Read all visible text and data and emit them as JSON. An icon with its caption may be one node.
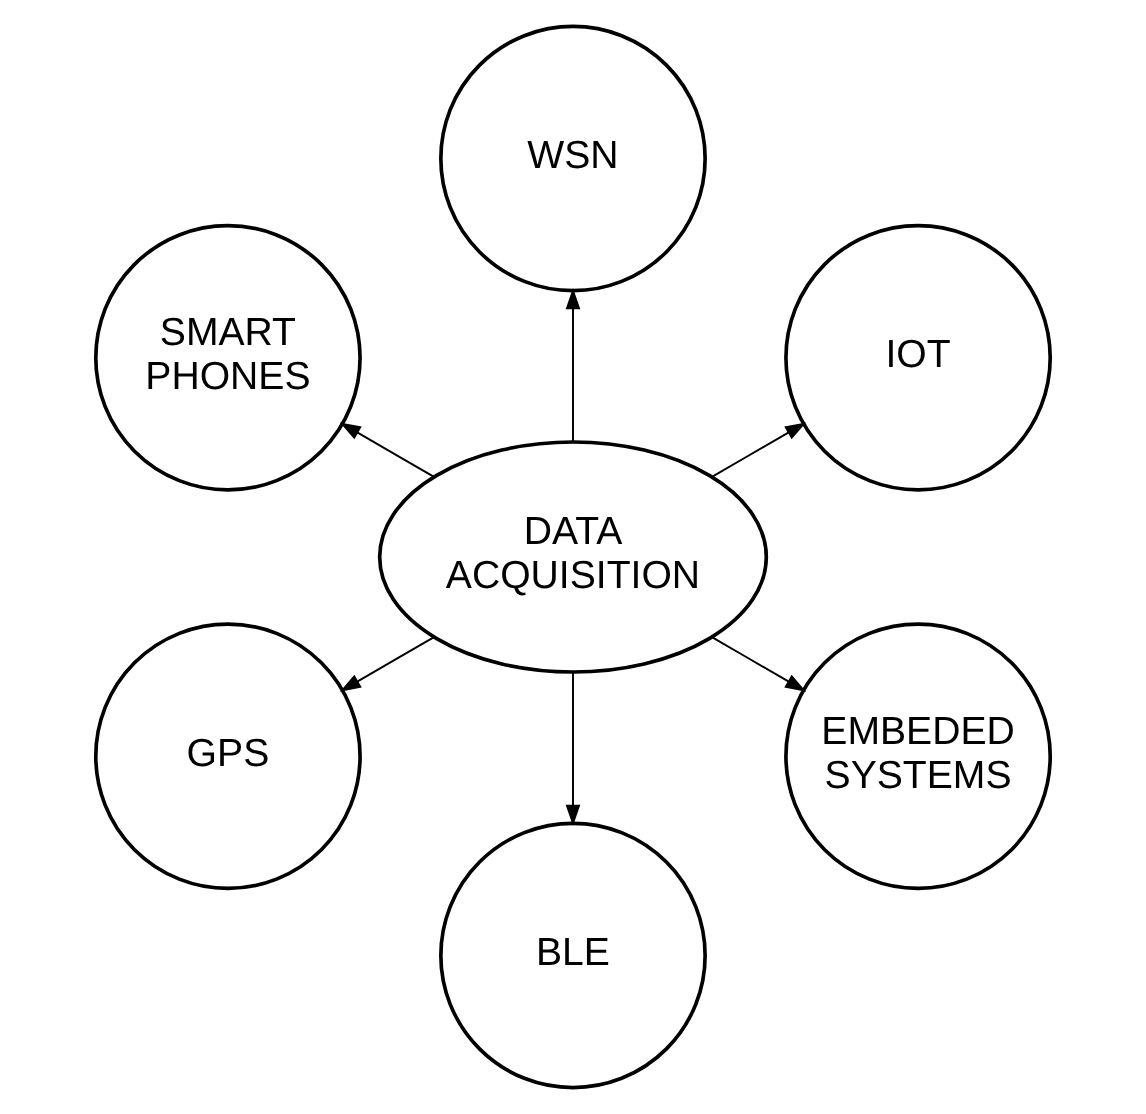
{
  "diagram": {
    "nodes": [
      {
        "text": [
          "IOT"
        ]
      },
      {
        "text": [
          "WSN"
        ]
      },
      {
        "text": [
          "SMART PHONES"
        ]
      },
      {
        "text": [
          "GPS"
        ]
      },
      {
        "text": [
          "DATA ACQUISITION"
        ]
      },
      {
        "text": [
          "BLE"
        ]
      },
      {
        "text": [
          "EMBEDED SYSTEMS"
        ]
      }
    ],
    "edges": [
      {
        "from": 4,
        "to": 0,
        "arrow": "to"
      },
      {
        "from": 4,
        "to": 1,
        "arrow": "to"
      },
      {
        "from": 4,
        "to": 2,
        "arrow": "to"
      },
      {
        "from": 4,
        "to": 3,
        "arrow": "to"
      },
      {
        "from": 4,
        "to": 5,
        "arrow": "to"
      },
      {
        "from": 4,
        "to": 6,
        "arrow": "to"
      }
    ]
  }
}
